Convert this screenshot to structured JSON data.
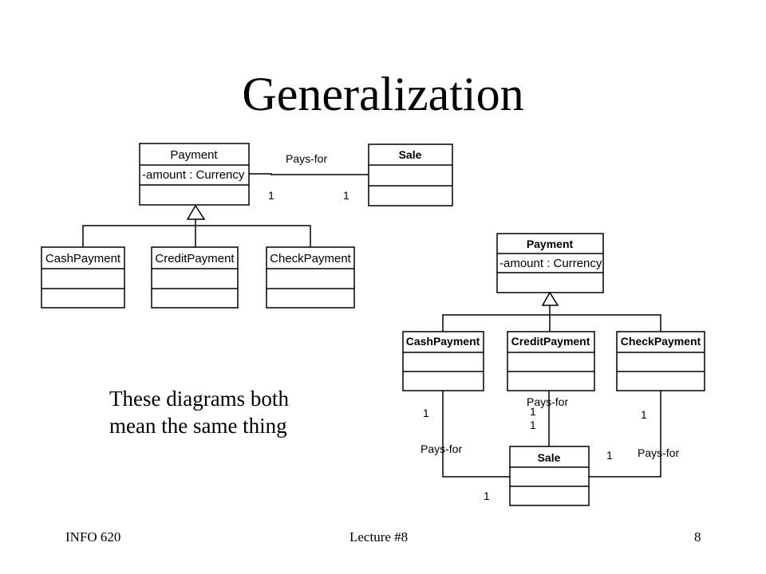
{
  "slide": {
    "title": "Generalization",
    "note_line1": "These diagrams both",
    "note_line2": "mean the same thing"
  },
  "diagram1": {
    "payment_class": "Payment",
    "payment_attr": "-amount : Currency",
    "sale_class": "Sale",
    "assoc_label": "Pays-for",
    "mult_payment": "1",
    "mult_sale": "1",
    "subclasses": [
      "CashPayment",
      "CreditPayment",
      "CheckPayment"
    ]
  },
  "diagram2": {
    "payment_class": "Payment",
    "payment_attr": "-amount : Currency",
    "subclasses": [
      "CashPayment",
      "CreditPayment",
      "CheckPayment"
    ],
    "sale_class": "Sale",
    "cash_assoc_label": "Pays-for",
    "credit_assoc_label": "Pays-for",
    "check_assoc_label": "Pays-for",
    "cash_mult_top": "1",
    "cash_mult_sale": "1",
    "credit_mult_top": "1",
    "credit_mult_sale": "1",
    "check_mult_top": "1",
    "check_mult_sale": "1"
  },
  "footer": {
    "left": "INFO 620",
    "center": "Lecture #8",
    "right": "8"
  }
}
